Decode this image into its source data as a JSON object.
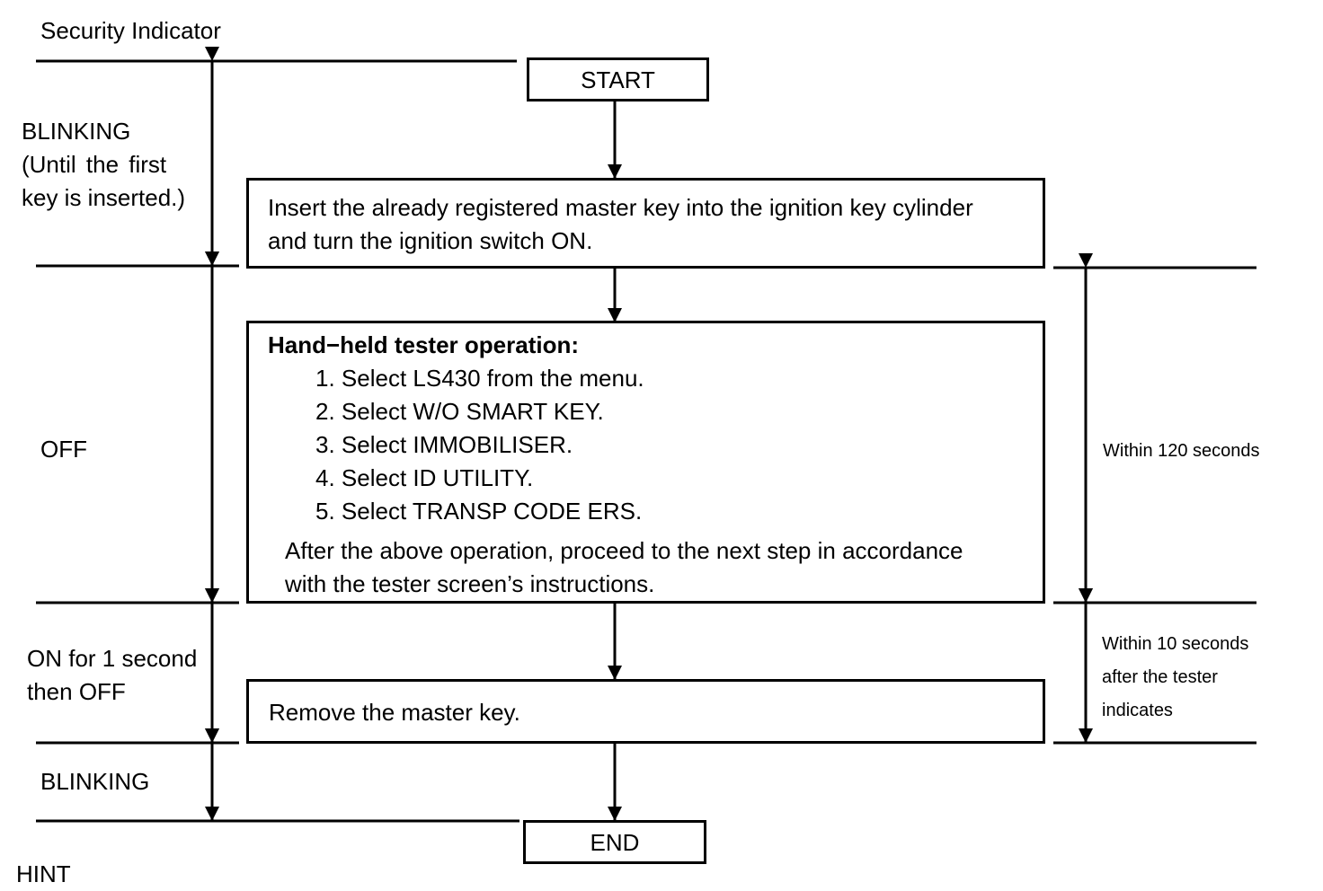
{
  "security_indicator": {
    "title": "Security Indicator",
    "phase1": [
      "BLINKING",
      "(Until the first",
      "key is inserted.)"
    ],
    "phase2": "OFF",
    "phase3": [
      "ON for 1 second",
      "then OFF"
    ],
    "phase4": "BLINKING"
  },
  "flow": {
    "start": "START",
    "step1": [
      "Insert the already registered master key into the ignition key cylinder",
      "and turn the ignition switch ON."
    ],
    "step2_title": "Hand−held tester operation:",
    "step2_items": [
      "1. Select LS430 from the menu.",
      "2. Select W/O SMART KEY.",
      "3. Select IMMOBILISER.",
      "4. Select ID UTILITY.",
      "5. Select TRANSP CODE ERS."
    ],
    "step2_note": [
      "After the above operation, proceed to the next step in accordance",
      "with the tester screen’s instructions."
    ],
    "step3": "Remove the master key.",
    "end": "END"
  },
  "timing": {
    "t1": "Within 120 seconds",
    "t2": [
      "Within 10 seconds",
      "after the tester",
      "indicates"
    ]
  },
  "footer": "HINT"
}
